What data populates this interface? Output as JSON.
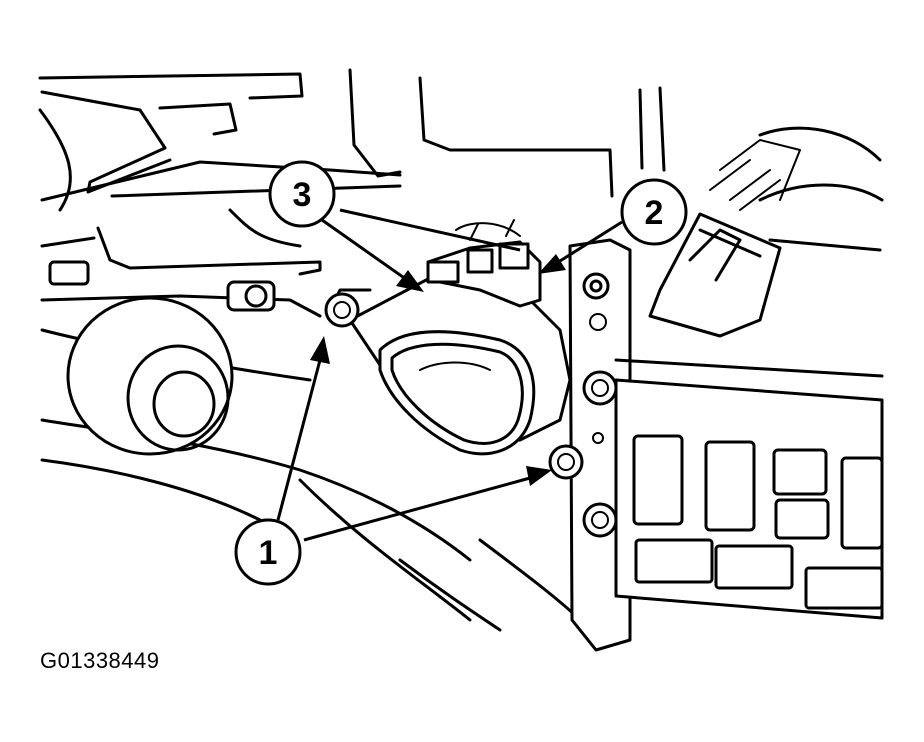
{
  "figure": {
    "id": "G01338449"
  },
  "callouts": [
    {
      "number": "1",
      "target": "mounting-bolts"
    },
    {
      "number": "2",
      "target": "electrical-connector"
    },
    {
      "number": "3",
      "target": "component-housing"
    }
  ]
}
